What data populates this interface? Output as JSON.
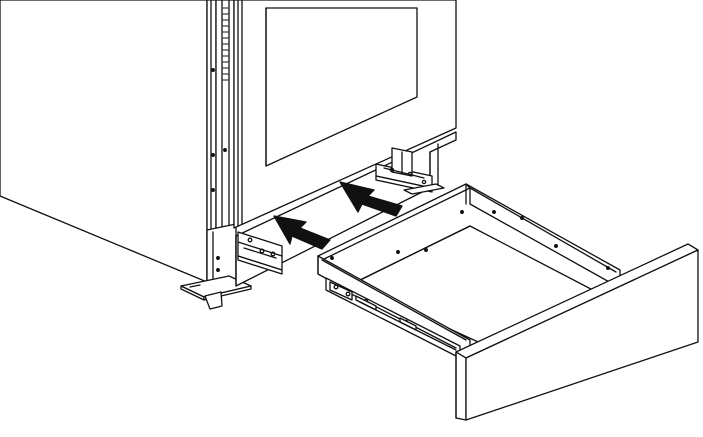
{
  "figure": {
    "background": "#ffffff",
    "line_color": "#111111",
    "subject": "installation-drawing",
    "components": [
      "tall-cabinet",
      "cabinet-door",
      "base-rail",
      "slide-rail-left",
      "slide-rail-right",
      "warming-drawer",
      "drawer-front-panel",
      "drawer-side-slide",
      "insertion-arrow-left",
      "insertion-arrow-right"
    ]
  }
}
